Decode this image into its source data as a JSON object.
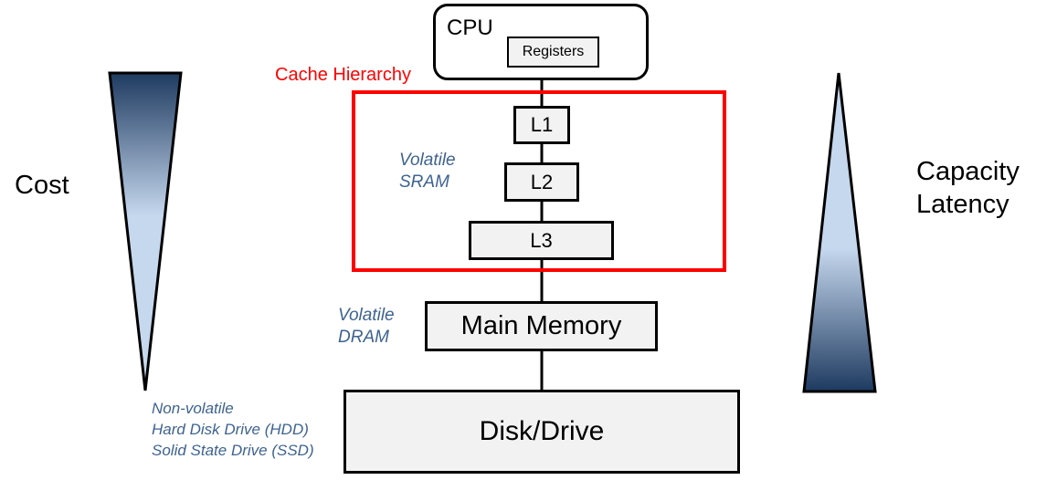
{
  "diagram": {
    "cpu": {
      "label": "CPU",
      "registers_label": "Registers"
    },
    "cache": {
      "label": "Cache Hierarchy",
      "color": "#ff0000",
      "levels": [
        "L1",
        "L2",
        "L3"
      ]
    },
    "sram_note": [
      "Volatile",
      "SRAM"
    ],
    "main_memory": {
      "label": "Main Memory"
    },
    "dram_note": [
      "Volatile",
      "DRAM"
    ],
    "disk": {
      "label": "Disk/Drive"
    },
    "disk_note": [
      "Non-volatile",
      "Hard Disk Drive (HDD)",
      "Solid State Drive (SSD)"
    ],
    "left_scale": {
      "label": "Cost"
    },
    "right_scale": {
      "labels": [
        "Capacity",
        "Latency"
      ]
    },
    "colors": {
      "note_text": "#3e6390",
      "gradient_dark": "#1e3a60",
      "gradient_light": "#c6d8ee",
      "box_fill": "#f2f2f2"
    }
  }
}
